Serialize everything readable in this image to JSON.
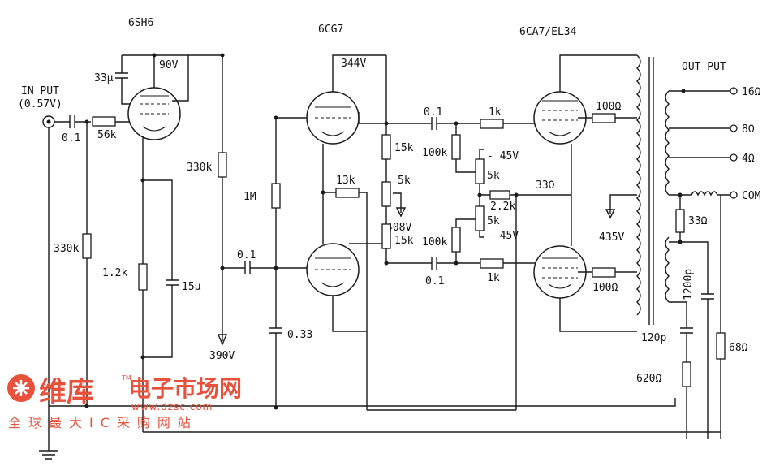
{
  "tubes": {
    "v1": "6SH6",
    "v2": "6CG7",
    "v3": "6CA7/EL34"
  },
  "input": {
    "title": "IN PUT",
    "level": "(0.57V)"
  },
  "output": {
    "title": "OUT PUT",
    "taps": [
      "16Ω",
      "8Ω",
      "4Ω",
      "COM"
    ]
  },
  "voltages": {
    "v1_plate": "90V",
    "v2_plate": "344V",
    "supply_390": "390V",
    "cathode_408": "408V",
    "plate_435": "435V",
    "bias_top": "- 45V",
    "bias_bottom": "- 45V"
  },
  "components": {
    "c_in": "0.1",
    "r_grid_stop": "56k",
    "c_33u": "33μ",
    "r_330k_left": "330k",
    "r_1_2k": "1.2k",
    "c_15u": "15μ",
    "r_330k_mid": "330k",
    "r_1m": "1M",
    "c_couple": "0.1",
    "c_033": "0.33",
    "r_13k": "13k",
    "r_15k_top": "15k",
    "pot_5k": "5k",
    "r_15k_bot": "15k",
    "c_top": "0.1",
    "r_100k_top": "100k",
    "r_1k_top": "1k",
    "pot_bias_top": "5k",
    "r_33_cath": "33Ω",
    "r_2_2k": "2.2k",
    "pot_bias_bot": "5k",
    "r_100k_bot": "100k",
    "c_bot": "0.1",
    "r_1k_bot": "1k",
    "r_100_top": "100Ω",
    "r_100_bot": "100Ω",
    "c_120p": "120p",
    "r_620": "620Ω",
    "r_33_fb": "33Ω",
    "c_1200p": "1200p",
    "r_68": "68Ω"
  },
  "watermark": {
    "brand": "维库",
    "suffix": "电子市场网",
    "url": "www.dzsc.com",
    "slogan": "全球最大IC采购网站",
    "tm": "TM"
  },
  "colors": {
    "ink": "#1a1a1a",
    "watermark": "#e8513b"
  }
}
